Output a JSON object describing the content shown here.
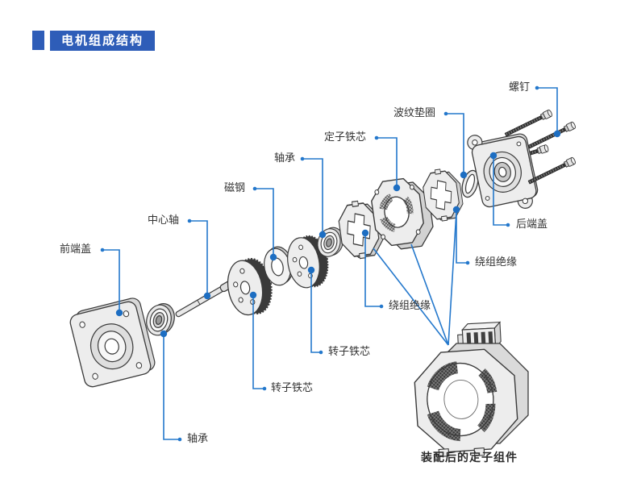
{
  "title": {
    "text": "电机组成结构"
  },
  "caption": {
    "assembled_stator": "装配后的定子组件"
  },
  "labels": {
    "screw": "螺钉",
    "wave_washer": "波纹垫圈",
    "stator_core": "定子铁芯",
    "bearing_top": "轴承",
    "magnet_steel": "磁钢",
    "center_shaft": "中心轴",
    "front_end_cover": "前端盖",
    "rear_end_cover": "后端盖",
    "winding_insulation_right": "绕组绝缘",
    "winding_insulation_left": "绕组绝缘",
    "rotor_core_upper": "转子铁芯",
    "rotor_core_lower": "转子铁芯",
    "bearing_bottom": "轴承"
  },
  "colors": {
    "accent_blue": "#2e5db8",
    "connector_blue": "#2478cc",
    "dot_blue": "#1d6ec2",
    "outline_gray": "#3a3a3a",
    "text": "#333333",
    "background": "#ffffff"
  }
}
